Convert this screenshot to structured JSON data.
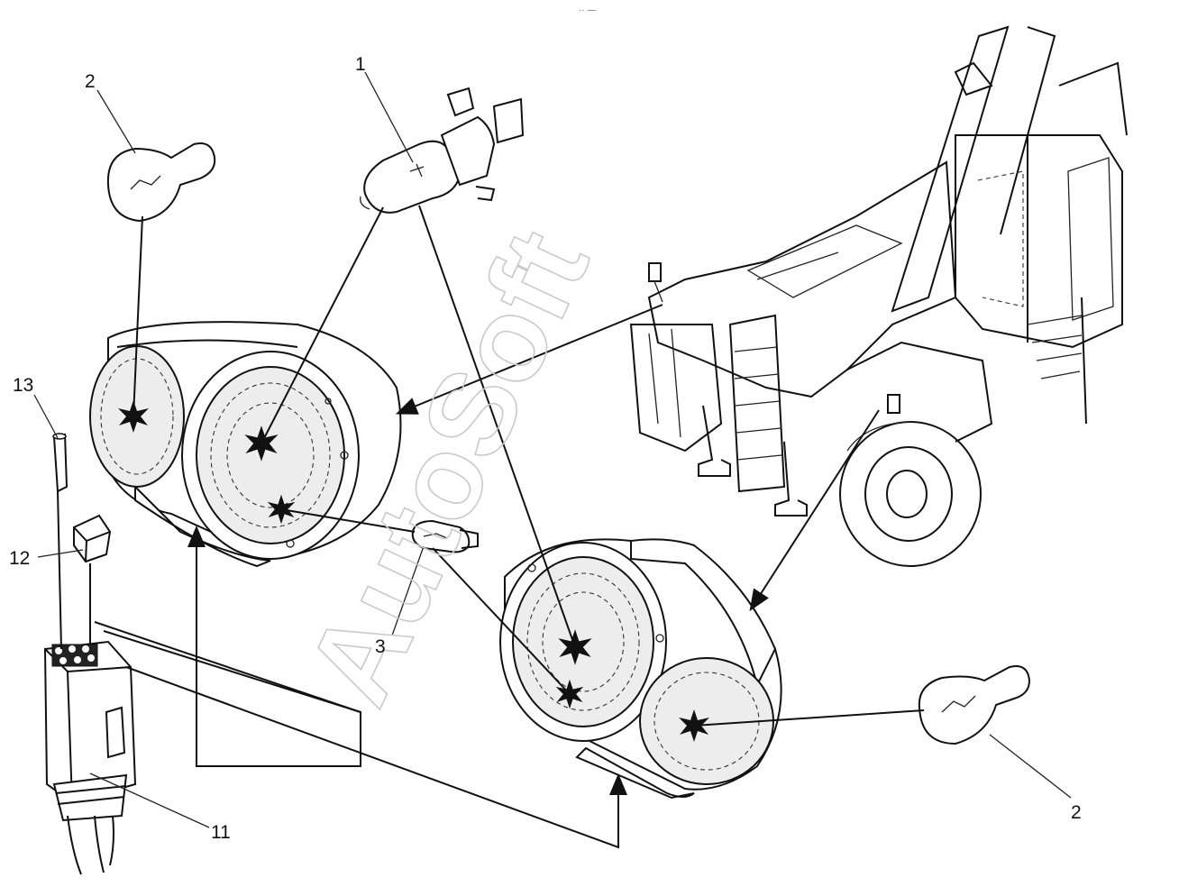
{
  "diagram": {
    "header_mark": "·· —",
    "watermark": "AutoSoft",
    "callouts": {
      "c1": "1",
      "c2_left": "2",
      "c2_right": "2",
      "c3": "3",
      "c11": "11",
      "c12": "12",
      "c13": "13"
    }
  }
}
